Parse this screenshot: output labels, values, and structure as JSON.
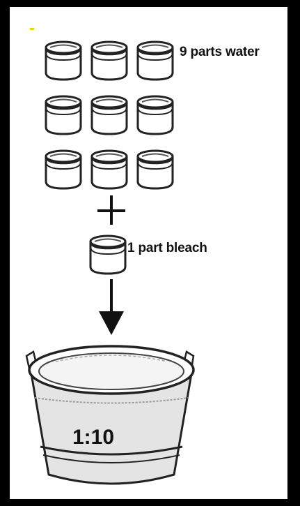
{
  "labels": {
    "water": "9 parts water",
    "bleach": "1 part bleach",
    "ratio": "1:10"
  },
  "counts": {
    "water_cups": 9,
    "bleach_cups": 1
  },
  "colors": {
    "outline": "#222222",
    "frame": "#000000",
    "bucket_fill": "#e4e4e4",
    "speck": "#f2d200"
  },
  "icons": {
    "cup": "cup-icon",
    "plus": "plus-icon",
    "arrow": "arrow-down-icon",
    "bucket": "bucket-icon"
  }
}
